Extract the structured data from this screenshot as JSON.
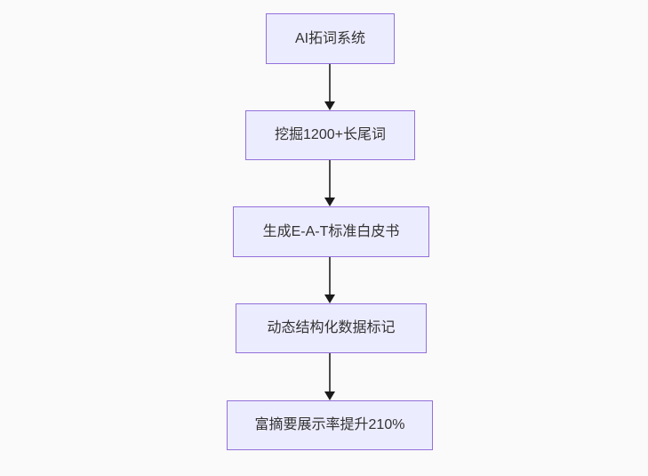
{
  "flowchart": {
    "type": "flowchart-top-down",
    "nodes": [
      {
        "id": "A",
        "label": "AI拓词系统"
      },
      {
        "id": "B",
        "label": "挖掘1200+长尾词"
      },
      {
        "id": "C",
        "label": "生成E-A-T标准白皮书"
      },
      {
        "id": "D",
        "label": "动态结构化数据标记"
      },
      {
        "id": "E",
        "label": "富摘要展示率提升210%"
      }
    ],
    "edges": [
      {
        "from": "A",
        "to": "B"
      },
      {
        "from": "B",
        "to": "C"
      },
      {
        "from": "C",
        "to": "D"
      },
      {
        "from": "D",
        "to": "E"
      }
    ],
    "colors": {
      "background": "#fafafa",
      "node_fill": "#ececff",
      "node_border": "#9370db",
      "text": "#333333",
      "arrow": "#4b4b4b",
      "arrowhead": "#1a1a1a"
    }
  }
}
